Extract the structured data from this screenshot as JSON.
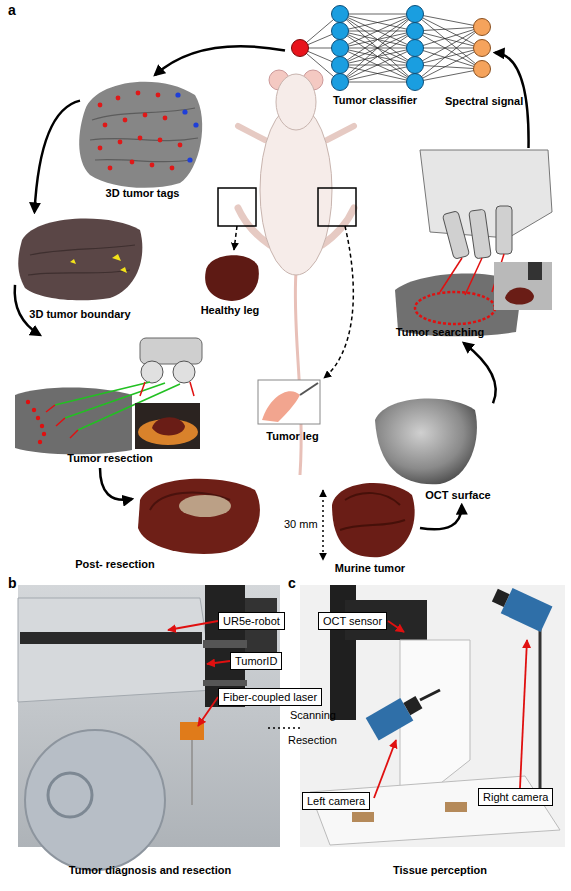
{
  "diagram": {
    "nodes": [
      {
        "text": [
          "Tumor classifier"
        ]
      },
      {
        "text": [
          "3D tumor tags"
        ]
      },
      {
        "text": [
          "3D tumor boundary"
        ]
      },
      {
        "text": [
          "Tumor resection"
        ]
      },
      {
        "text": [
          "Post- resection"
        ]
      },
      {
        "text": [
          "Murine tumor"
        ]
      },
      {
        "text": [
          "OCT surface"
        ]
      },
      {
        "text": [
          "Tumor searching"
        ]
      },
      {
        "text": [
          "Healthy leg"
        ]
      },
      {
        "text": [
          "Tumor leg"
        ]
      },
      {
        "text": [
          "UR5e-robot"
        ]
      },
      {
        "text": [
          "TumorID"
        ]
      },
      {
        "text": [
          "Fiber-coupled laser"
        ]
      },
      {
        "text": [
          "OCT sensor"
        ]
      },
      {
        "text": [
          "Left camera"
        ]
      },
      {
        "text": [
          "Right camera"
        ]
      }
    ],
    "edges": [
      {
        "from": 0,
        "to": 1,
        "arrow": "to"
      },
      {
        "from": 1,
        "to": 2,
        "arrow": "to"
      },
      {
        "from": 2,
        "to": 3,
        "arrow": "to"
      },
      {
        "from": 3,
        "to": 4,
        "arrow": "to"
      },
      {
        "from": 5,
        "to": 6,
        "arrow": "to"
      },
      {
        "from": 6,
        "to": 7,
        "arrow": "to"
      },
      {
        "from": 7,
        "to": 0,
        "label": "Spectral signal",
        "arrow": "to"
      }
    ],
    "labels": [
      "a",
      "30 mm",
      "b",
      "Scanning",
      "Resection",
      "Tumor diagnosis and resection",
      "c",
      "Tissue perception"
    ]
  }
}
